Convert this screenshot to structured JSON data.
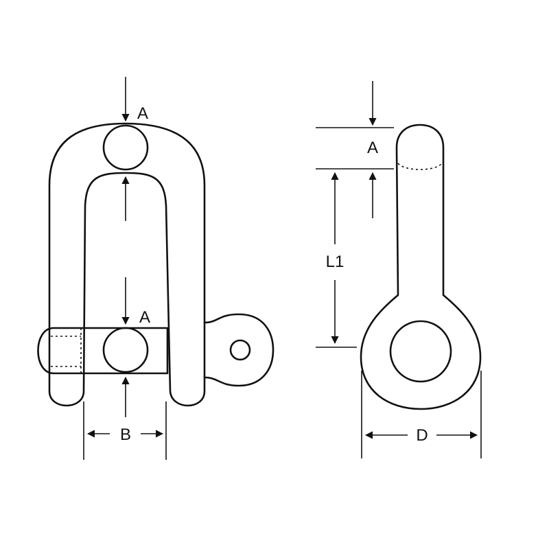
{
  "figure": {
    "labels": {
      "a_top_left": "A",
      "a_mid_left": "A",
      "a_right": "A",
      "b": "B",
      "l1": "L1",
      "d": "D"
    }
  }
}
